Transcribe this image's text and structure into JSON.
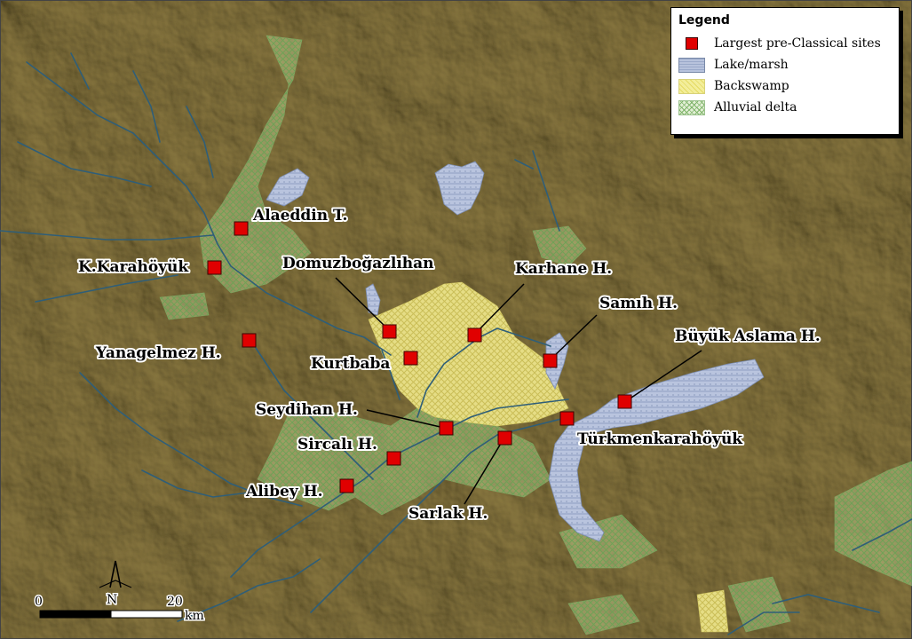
{
  "legend": {
    "title": "Legend",
    "items": [
      {
        "label": "Largest pre-Classical sites",
        "symbol": "red-square"
      },
      {
        "label": "Lake/marsh",
        "symbol": "lake-marsh-fill"
      },
      {
        "label": "Backswamp",
        "symbol": "backswamp-fill"
      },
      {
        "label": "Alluvial delta",
        "symbol": "alluvial-delta-fill"
      }
    ]
  },
  "sites": [
    {
      "label": "Alaeddin T."
    },
    {
      "label": "K.Karahöyük"
    },
    {
      "label": "Domuzboğazlıhan"
    },
    {
      "label": "Karhane H."
    },
    {
      "label": "Samıh H."
    },
    {
      "label": "Yanagelmez H."
    },
    {
      "label": "Kurtbaba"
    },
    {
      "label": "Büyük Aslama H."
    },
    {
      "label": "Seydihan H."
    },
    {
      "label": "Türkmenkarahöyük"
    },
    {
      "label": "Sircalı H."
    },
    {
      "label": "Alibey H."
    },
    {
      "label": "Sarlak H."
    }
  ],
  "scale_bar": {
    "start": "0",
    "end": "20",
    "unit": "km"
  },
  "north_arrow": {
    "label": "N",
    "icon": "north-arrow-icon"
  },
  "colors": {
    "terrain": "#a89a6a",
    "site": "#e00000",
    "lake": "#b4c0dc",
    "backswamp": "#e8df7a",
    "alluvial": "#8fbf7a",
    "river": "#2e5f7a"
  }
}
